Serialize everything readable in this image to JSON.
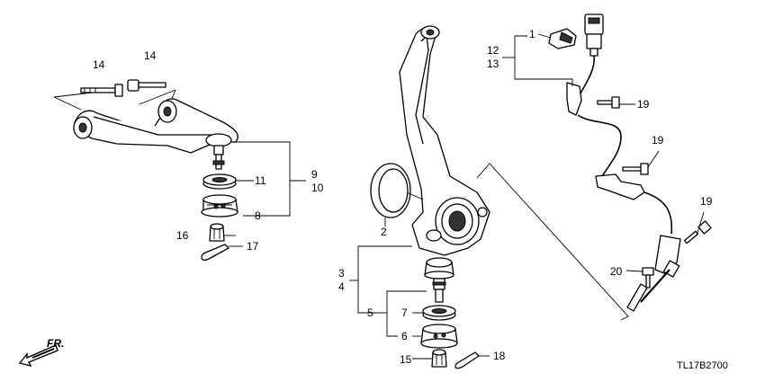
{
  "callouts": {
    "c1": "1",
    "c2": "2",
    "c3": "3",
    "c4": "4",
    "c5": "5",
    "c6": "6",
    "c7": "7",
    "c8": "8",
    "c9": "9",
    "c10": "10",
    "c11": "11",
    "c12": "12",
    "c13": "13",
    "c14a": "14",
    "c14b": "14",
    "c15": "15",
    "c16": "16",
    "c17": "17",
    "c18": "18",
    "c19a": "19",
    "c19b": "19",
    "c19c": "19",
    "c20": "20"
  },
  "direction": {
    "text": "FR."
  },
  "diagram_code": "TL17B2700"
}
